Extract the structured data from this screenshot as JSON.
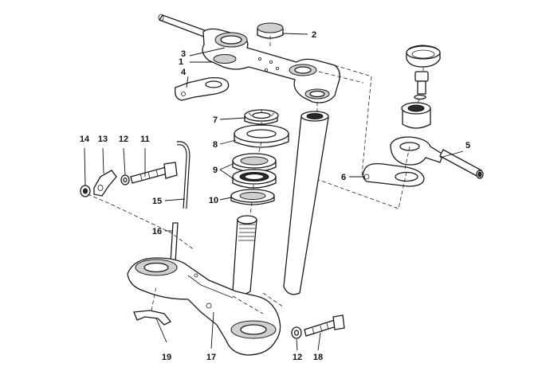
{
  "diagram": {
    "labels": [
      {
        "id": "1",
        "text": "1"
      },
      {
        "id": "2",
        "text": "2"
      },
      {
        "id": "3",
        "text": "3"
      },
      {
        "id": "4",
        "text": "4"
      },
      {
        "id": "5",
        "text": "5"
      },
      {
        "id": "6",
        "text": "6"
      },
      {
        "id": "7",
        "text": "7"
      },
      {
        "id": "8",
        "text": "8"
      },
      {
        "id": "9",
        "text": "9"
      },
      {
        "id": "10",
        "text": "10"
      },
      {
        "id": "11",
        "text": "11"
      },
      {
        "id": "12a",
        "text": "12"
      },
      {
        "id": "12b",
        "text": "12"
      },
      {
        "id": "13",
        "text": "13"
      },
      {
        "id": "14",
        "text": "14"
      },
      {
        "id": "15",
        "text": "15"
      },
      {
        "id": "16",
        "text": "16"
      },
      {
        "id": "17",
        "text": "17"
      },
      {
        "id": "18",
        "text": "18"
      },
      {
        "id": "19",
        "text": "19"
      }
    ]
  }
}
